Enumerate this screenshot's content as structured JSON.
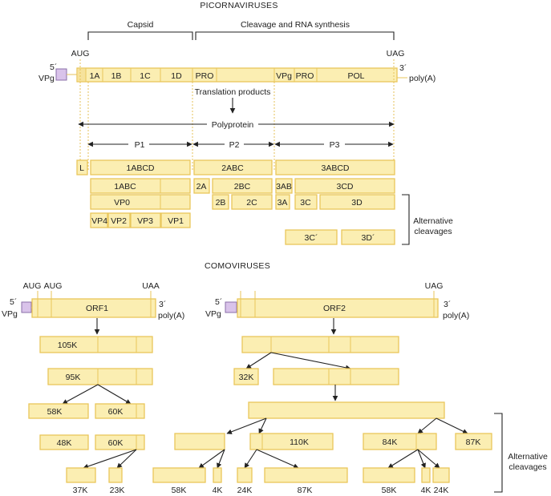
{
  "picorna": {
    "title": "PICORNAVIRUSES",
    "capsid": "Capsid",
    "cleavage_rna": "Cleavage and RNA synthesis",
    "aug": "AUG",
    "uag": "UAG",
    "five_prime": "5´",
    "vpg": "VPg",
    "three_prime": "3´",
    "polya": "poly(A)",
    "genome": [
      "1A",
      "1B",
      "1C",
      "1D",
      "PRO",
      "VPg",
      "PRO",
      "POL"
    ],
    "translation": "Translation products",
    "polyprotein": "Polyprotein",
    "p1": "P1",
    "p2": "P2",
    "p3": "P3",
    "row1": [
      "L",
      "1ABCD",
      "2ABC",
      "3ABCD"
    ],
    "row2": [
      "1ABC",
      "2A",
      "2BC",
      "3AB",
      "3CD"
    ],
    "row3": [
      "VP0",
      "2B",
      "2C",
      "3A",
      "3C",
      "3D"
    ],
    "row4": [
      "VP4",
      "VP2",
      "VP3",
      "VP1"
    ],
    "row5": [
      "3C´",
      "3D´"
    ],
    "alt1": "Alternative",
    "alt2": "cleavages"
  },
  "comovirus": {
    "title": "COMOVIRUSES",
    "aug1": "AUG",
    "aug2": "AUG",
    "uaa": "UAA",
    "uag": "UAG",
    "five_prime": "5´",
    "vpg": "VPg",
    "three_prime": "3´",
    "polya": "poly(A)",
    "orf1": "ORF1",
    "orf2": "ORF2",
    "left": [
      "105K",
      "95K",
      "58K",
      "60K",
      "48K",
      "60K",
      "37K",
      "23K"
    ],
    "right": [
      "32K",
      "110K",
      "84K",
      "87K",
      "58K",
      "4K",
      "24K",
      "87K",
      "58K",
      "4K",
      "24K"
    ],
    "alt1": "Alternative",
    "alt2": "cleavages"
  }
}
